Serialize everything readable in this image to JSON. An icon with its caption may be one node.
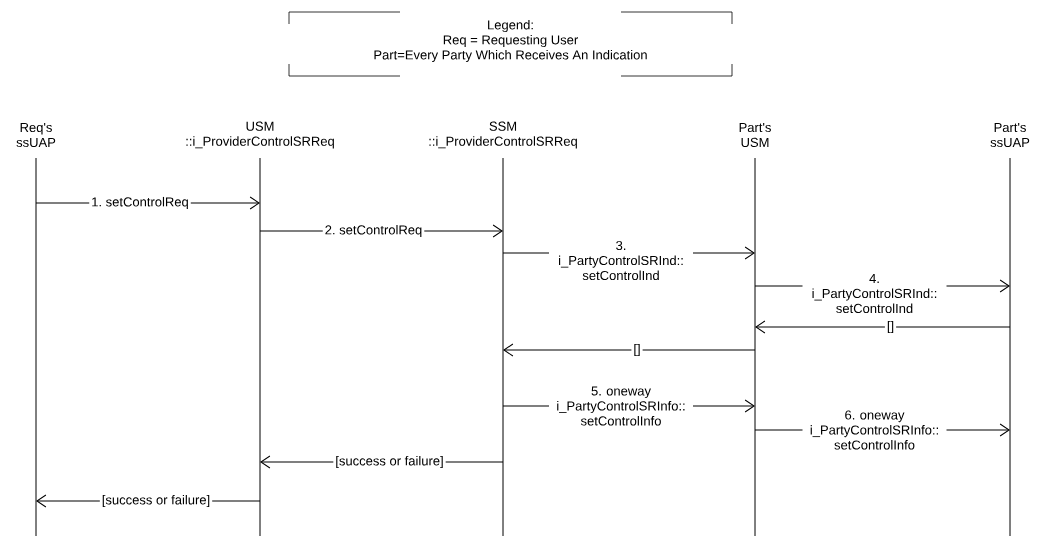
{
  "diagram": {
    "nodes": [
      {
        "text": [
          "Legend:",
          "Req = Requesting User",
          "Part=Every Party Which Receives An Indication"
        ]
      },
      {
        "text": [
          "Req's ssUAP"
        ]
      },
      {
        "text": [
          "USM ::i_ProviderControlSRReq"
        ]
      },
      {
        "text": [
          "SSM ::i_ProviderControlSRReq"
        ]
      },
      {
        "text": [
          "Part's USM"
        ]
      },
      {
        "text": [
          "Part's ssUAP"
        ]
      }
    ],
    "edges": [
      {
        "from": 1,
        "to": 2,
        "arrow": "to",
        "label": "1. setControlReq"
      },
      {
        "from": 2,
        "to": 3,
        "arrow": "to",
        "label": "2. setControlReq"
      },
      {
        "from": 3,
        "to": 4,
        "arrow": "to",
        "label": "3. i_PartyControlSRInd:: setControlInd"
      },
      {
        "from": 4,
        "to": 5,
        "arrow": "to",
        "label": "4. i_PartyControlSRInd:: setControlInd"
      },
      {
        "from": 5,
        "to": 4,
        "arrow": "to",
        "label": "[]"
      },
      {
        "from": 4,
        "to": 3,
        "arrow": "to",
        "label": "[]"
      },
      {
        "from": 3,
        "to": 4,
        "arrow": "to",
        "label": "5. oneway i_PartyControlSRInfo:: setControlInfo"
      },
      {
        "from": 4,
        "to": 5,
        "arrow": "to",
        "label": "6. oneway i_PartyControlSRInfo:: setControlInfo"
      },
      {
        "from": 3,
        "to": 2,
        "arrow": "to",
        "label": "[success or failure]"
      },
      {
        "from": 2,
        "to": 1,
        "arrow": "to",
        "label": "[success or failure]"
      }
    ]
  }
}
